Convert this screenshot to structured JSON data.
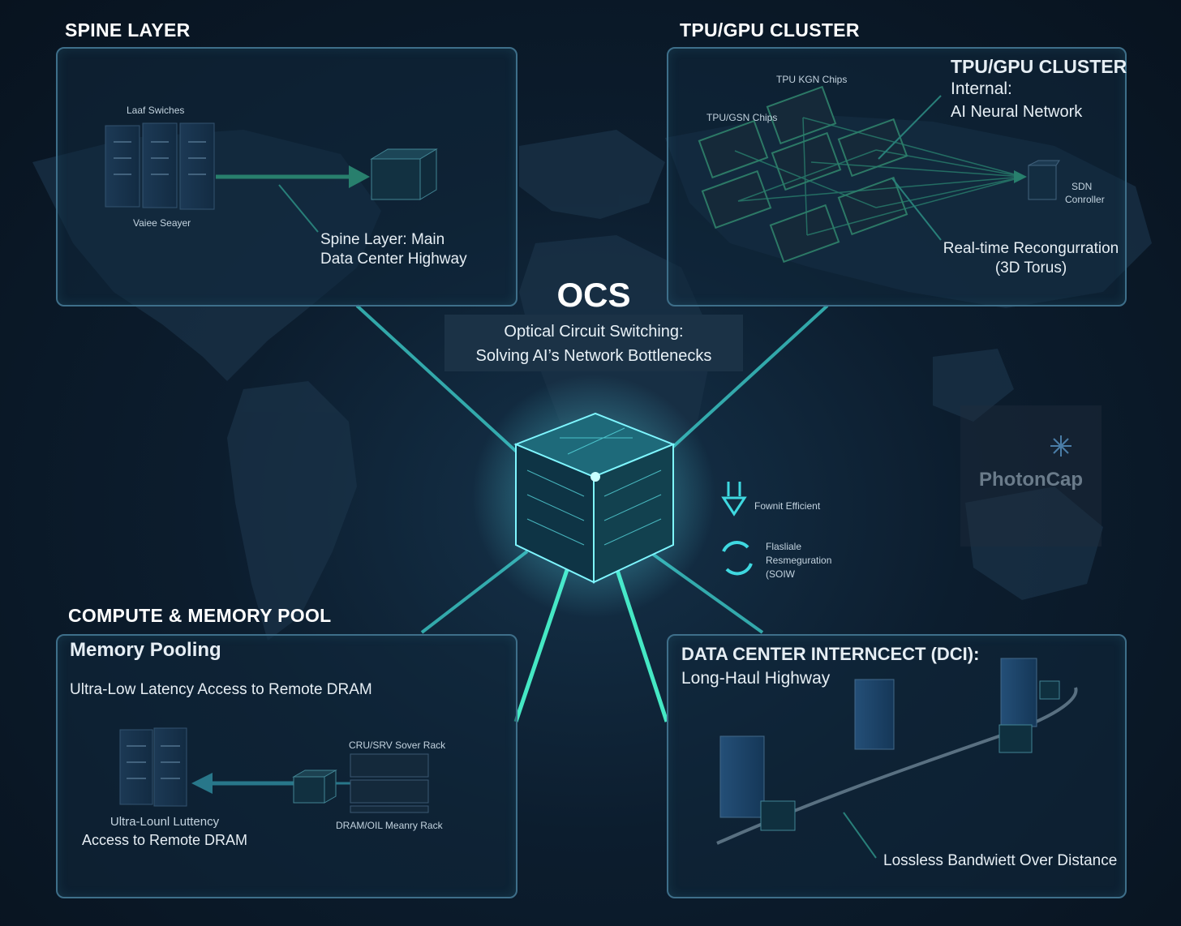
{
  "center": {
    "title": "OCS",
    "subtitle_line1": "Optical Circuit Switching:",
    "subtitle_line2": "Solving AI’s Network Bottlenecks"
  },
  "features": {
    "power": "Fownit Efficient",
    "reconfig_line1": "Flasliale",
    "reconfig_line2": "Resmeguration",
    "reconfig_line3": "(SOIW"
  },
  "watermark": "PhotonCap",
  "spine": {
    "section_title": "SPINE LAYER",
    "leaf_label": "Laaf Swiches",
    "spine_label": "Vaiee Seayer",
    "callout_line1": "Spine Layer: Main",
    "callout_line2": "Data Center Highway"
  },
  "cluster": {
    "section_title": "TPU/GPU CLUSTER",
    "heading_line1": "TPU/GPU CLUSTER",
    "heading_line2": "Internal:",
    "heading_line3": "AI Neural Network",
    "chips_label_top": "TPU KGN Chips",
    "chips_label_left": "TPU/GSN Chips",
    "sdn_line1": "SDN",
    "sdn_line2": "Conroller",
    "reconfig_line1": "Real-time Recongurration",
    "reconfig_line2": "(3D Torus)"
  },
  "memory": {
    "section_title": "COMPUTE & MEMORY POOL",
    "heading": "Memory Pooling",
    "subheading": "Ultra-Low Latency Access to Remote DRAM",
    "server_rack_label": "CRU/SRV Sover Rack",
    "dram_rack_label": "DRAM/OIL Meanry Rack",
    "caption_line1": "Ultra-Lounl Luttency",
    "caption_line2": "Access to Remote DRAM"
  },
  "dci": {
    "heading_line1": "DATA CENTER INTERNCECT (DCI):",
    "heading_line2": "Long-Haul Highway",
    "caption": "Lossless Bandwiett Over Distance"
  },
  "colors": {
    "accent": "#39e0b0",
    "panel_border": "#3e6f8a",
    "background": "#0c1d2e"
  }
}
